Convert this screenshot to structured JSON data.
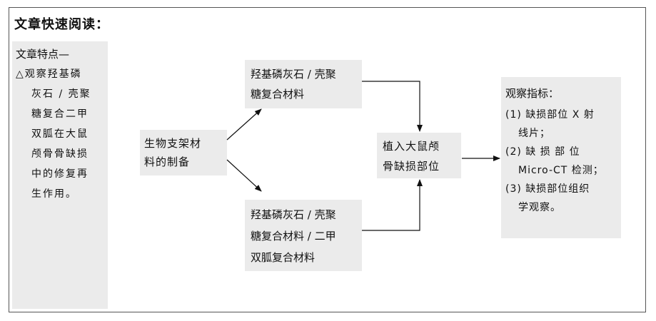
{
  "title": "文章快速阅读：",
  "features": {
    "heading": "文章特点—",
    "lines": [
      "△观察羟基磷",
      "灰石 / 壳聚",
      "糖复合二甲",
      "双胍在大鼠",
      "颅骨骨缺损",
      "中的修复再",
      "生作用。"
    ]
  },
  "nodes": {
    "preparation": [
      "生物支架材",
      "料的制备"
    ],
    "material_a": [
      "羟基磷灰石 / 壳聚",
      "糖复合材料"
    ],
    "material_b": [
      "羟基磷灰石 / 壳聚",
      "糖复合材料 / 二甲",
      "双胍复合材料"
    ],
    "implant": [
      "植入大鼠颅",
      "骨缺损部位"
    ]
  },
  "observation": {
    "heading": "观察指标：",
    "items": [
      "(1) 缺损部位 X 射",
      "线片；",
      "(2) 缺 损 部 位",
      "Micro-CT 检测；",
      "(3) 缺损部位组织",
      "学观察。"
    ]
  }
}
